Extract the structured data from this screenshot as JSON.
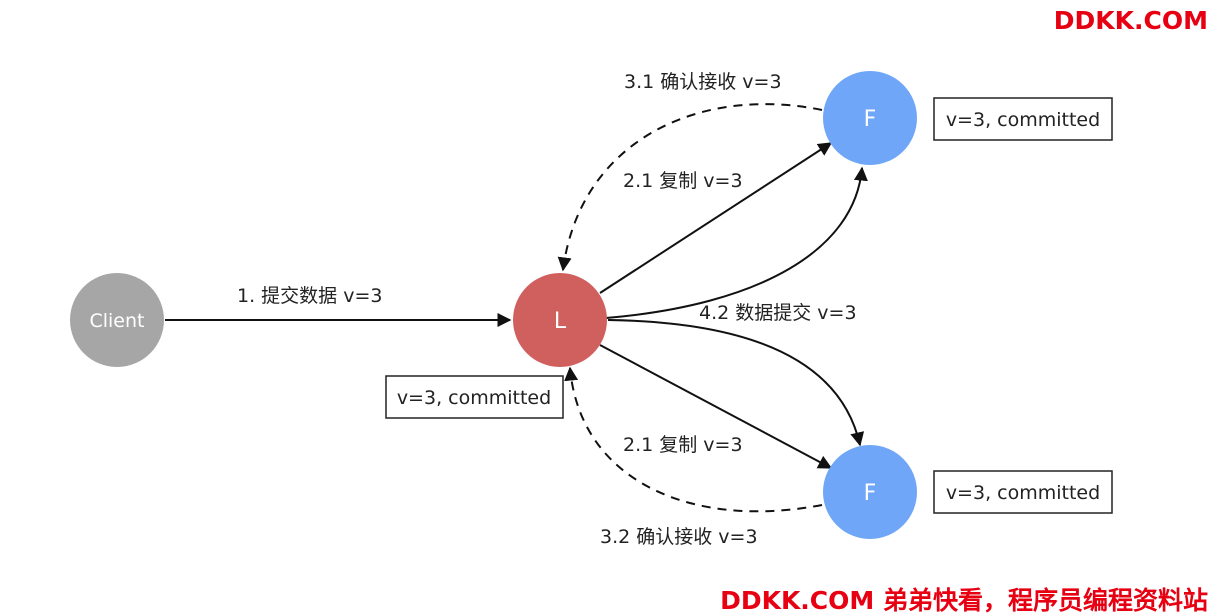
{
  "watermark": {
    "top": "DDKK.COM",
    "bottom": "DDKK.COM 弟弟快看，程序员编程资料站",
    "color": "#e60012"
  },
  "nodes": {
    "client": {
      "label": "Client",
      "color": "#a6a6a6"
    },
    "leader": {
      "label": "L",
      "color": "#d0605e"
    },
    "follower_top": {
      "label": "F",
      "color": "#6fa6f7"
    },
    "follower_bottom": {
      "label": "F",
      "color": "#6fa6f7"
    }
  },
  "edges": {
    "client_submit": "1. 提交数据 v=3",
    "replicate_top": "2.1 复制 v=3",
    "replicate_bottom": "2.1 复制 v=3",
    "ack_top": "3.1 确认接收 v=3",
    "ack_bottom": "3.2 确认接收 v=3",
    "commit": "4.2 数据提交 v=3"
  },
  "states": {
    "leader": "v=3, committed",
    "follower_top": "v=3, committed",
    "follower_bottom": "v=3, committed"
  }
}
